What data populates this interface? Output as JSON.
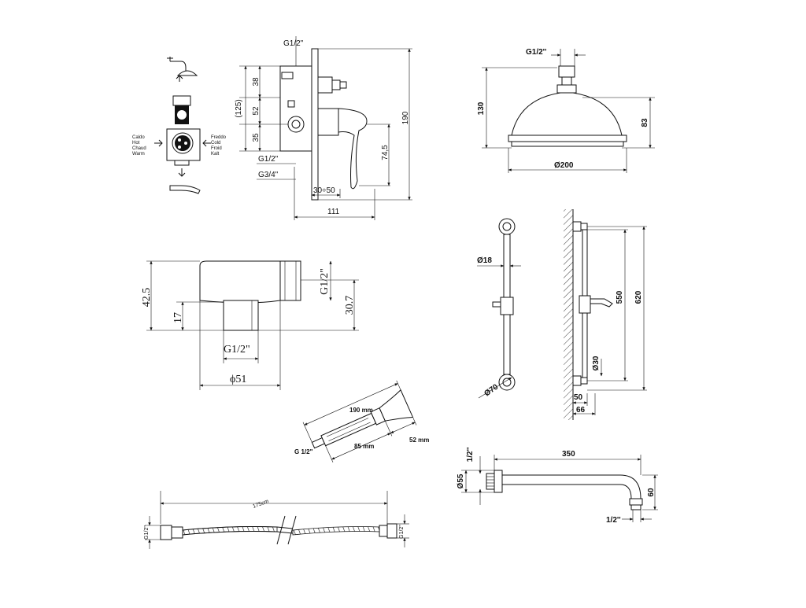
{
  "diverter": {
    "labels": {
      "hot": [
        "Caldo",
        "Hot",
        "Chaud",
        "Warm"
      ],
      "cold": [
        "Freddo",
        "Cold",
        "Froid",
        "Kalt"
      ]
    },
    "dims": {
      "top_thread": "G1/2\"",
      "d38": "38",
      "d52": "52",
      "d125": "(125)",
      "d35": "35",
      "d190": "190",
      "d745": "74,5",
      "g12": "G1/2\"",
      "g34": "G3/4\"",
      "d3050": "30÷50",
      "d111": "111"
    }
  },
  "shower_head": {
    "thread": "G1/2''",
    "height_total": "130",
    "height_bowl": "83",
    "diameter": "Ø200"
  },
  "wall_outlet": {
    "d425": "42.5",
    "d17": "17",
    "thread_side": "G1/2\"",
    "d307": "30.7",
    "thread_bottom": "G1/2\"",
    "diameter": "ϕ51"
  },
  "slide_rail": {
    "d18": "Ø18",
    "d70": "Ø70",
    "d550": "550",
    "d620": "620",
    "d30": "Ø30",
    "d50": "50",
    "d66": "66"
  },
  "hand_shower": {
    "length": "190 mm",
    "thread": "G 1/2\"",
    "handle": "85 mm",
    "head": "52 mm"
  },
  "shower_arm": {
    "thread_top": "1/2''",
    "length": "350",
    "flange": "Ø55",
    "drop": "60",
    "thread_bottom": "1/2''"
  },
  "hose": {
    "length": "175cm",
    "thread_left": "G1/2\"",
    "thread_right": "G1/2\""
  }
}
